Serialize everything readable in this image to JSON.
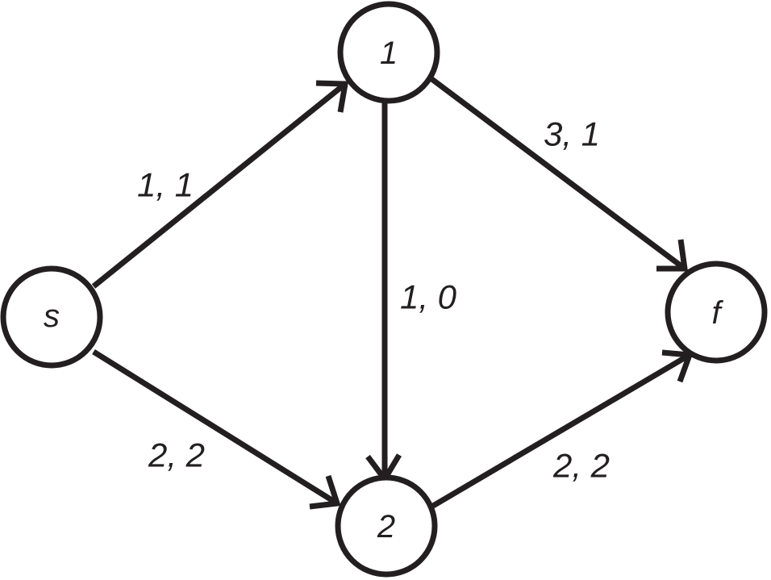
{
  "colors": {
    "stroke": "#231f20",
    "node_fill": "#ffffff",
    "background": "#ffffff"
  },
  "nodes": {
    "s": {
      "label": "s"
    },
    "n1": {
      "label": "1"
    },
    "n2": {
      "label": "2"
    },
    "f": {
      "label": "f"
    }
  },
  "edges": {
    "s_1": {
      "from": "s",
      "to": "1",
      "label": "1, 1"
    },
    "s_2": {
      "from": "s",
      "to": "2",
      "label": "2, 2"
    },
    "1_2": {
      "from": "1",
      "to": "2",
      "label": "1, 0"
    },
    "1_f": {
      "from": "1",
      "to": "f",
      "label": "3, 1"
    },
    "2_f": {
      "from": "2",
      "to": "f",
      "label": "2, 2"
    }
  }
}
